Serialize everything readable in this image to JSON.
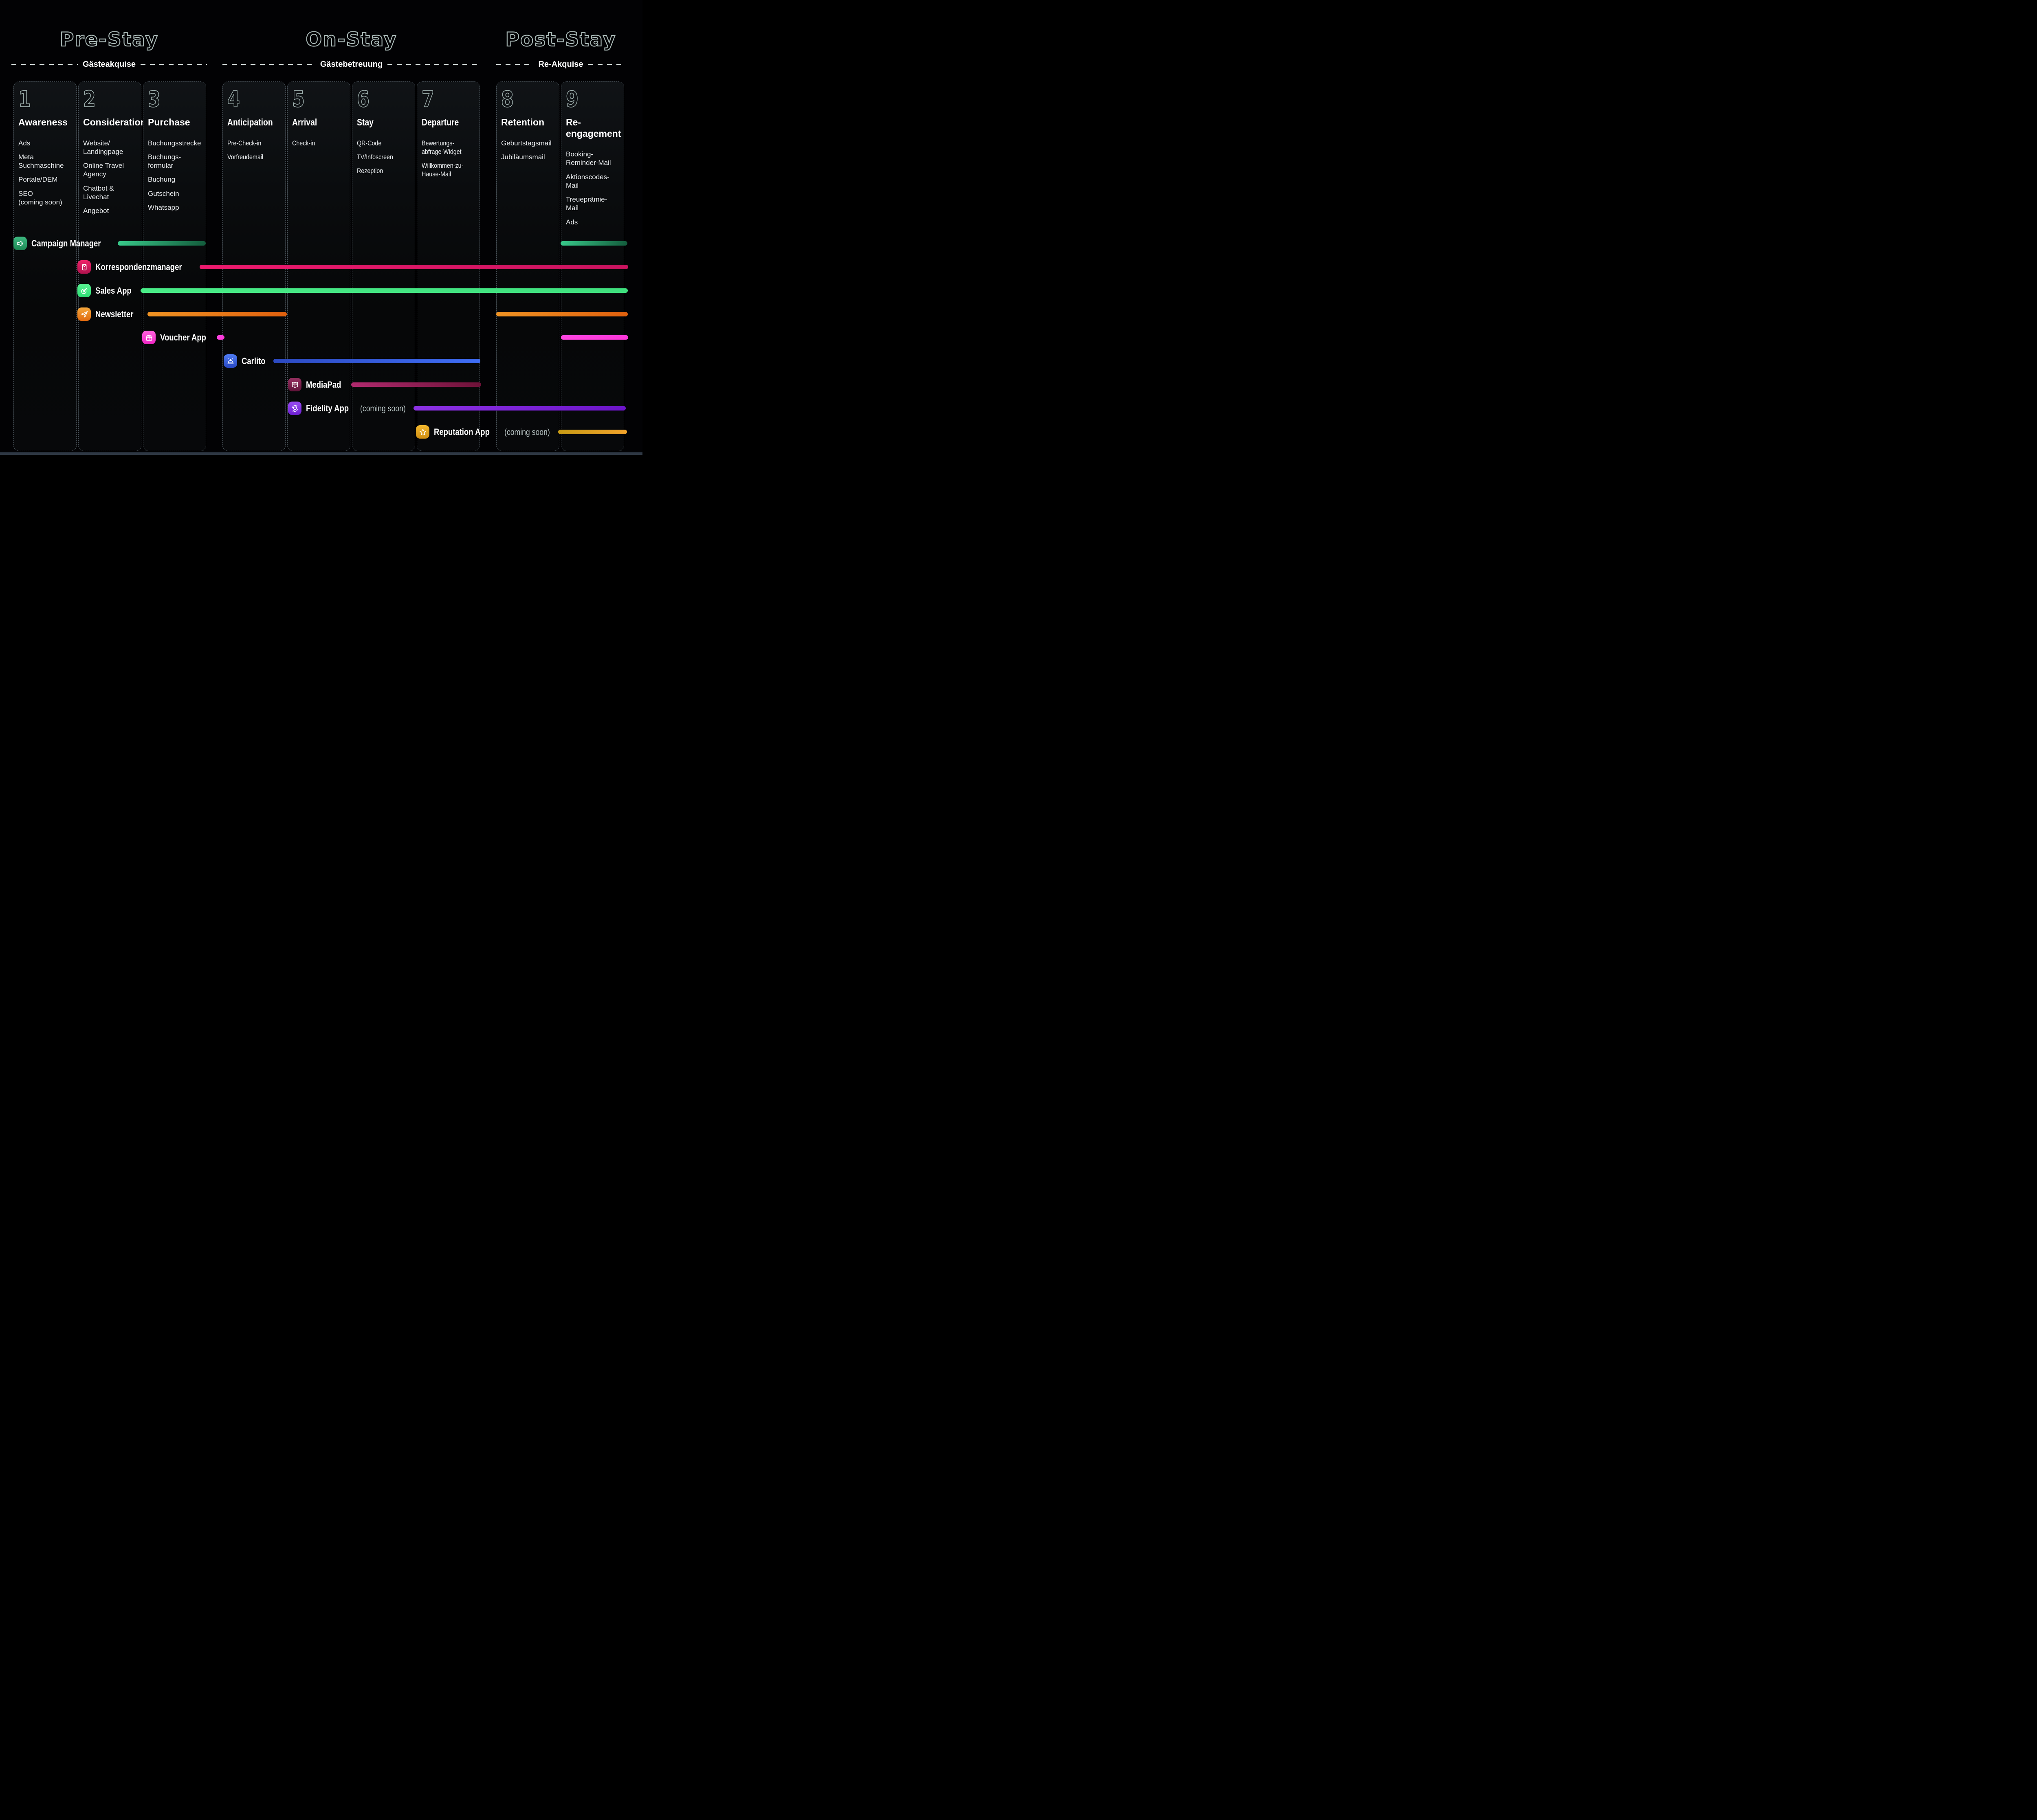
{
  "groups": [
    {
      "title": "Pre-Stay",
      "phase": "Gästeakquise"
    },
    {
      "title": "On-Stay",
      "phase": "Gästebetreuung"
    },
    {
      "title": "Post-Stay",
      "phase": "Re-Akquise"
    }
  ],
  "columns": [
    {
      "number": "1",
      "title": "Awareness",
      "items": [
        "Ads",
        "Meta\nSuchmaschine",
        "Portale/DEM",
        "SEO\n(coming soon)"
      ]
    },
    {
      "number": "2",
      "title": "Consideration",
      "items": [
        "Website/\nLandingpage",
        "Online Travel\nAgency",
        "Chatbot &\nLivechat",
        "Angebot"
      ]
    },
    {
      "number": "3",
      "title": "Purchase",
      "items": [
        "Buchungsstrecke",
        "Buchungs-\nformular",
        "Buchung",
        "Gutschein",
        "Whatsapp"
      ]
    },
    {
      "number": "4",
      "title": "Anticipation",
      "items": [
        "Pre-Check-in",
        "Vorfreudemail"
      ]
    },
    {
      "number": "5",
      "title": "Arrival",
      "items": [
        "Check-in"
      ]
    },
    {
      "number": "6",
      "title": "Stay",
      "items": [
        "QR-Code",
        "TV/Infoscreen",
        "Rezeption"
      ]
    },
    {
      "number": "7",
      "title": "Departure",
      "items": [
        "Bewertungs-\nabfrage-Widget",
        "Willkommen-zu-\nHause-Mail"
      ]
    },
    {
      "number": "8",
      "title": "Retention",
      "items": [
        "Geburtstagsmail",
        "Jubiläumsmail"
      ]
    },
    {
      "number": "9",
      "title": "Re-\nengagement",
      "items": [
        "Booking-\nReminder-Mail",
        "Aktionscodes-\nMail",
        "Treueprämie-\nMail",
        "Ads"
      ]
    }
  ],
  "apps": [
    {
      "name": "Campaign Manager",
      "icon": "megaphone-icon",
      "colors": {
        "icon_start": "#3db981",
        "icon_end": "#1e8a55",
        "bar_start": "#38c98a",
        "bar_end": "#135c3c"
      }
    },
    {
      "name": "Korrespondenzmanager",
      "icon": "mail-icon",
      "colors": {
        "icon_start": "#ee2368",
        "icon_end": "#b0134e",
        "bar_start": "#ee1a6e",
        "bar_end": "#c9145f"
      }
    },
    {
      "name": "Sales App",
      "icon": "target-icon",
      "colors": {
        "icon_start": "#58f392",
        "icon_end": "#2edd74",
        "bar_start": "#49ec87",
        "bar_end": "#3fe07e"
      }
    },
    {
      "name": "Newsletter",
      "icon": "paper-plane-icon",
      "colors": {
        "icon_start": "#f5a73b",
        "icon_end": "#e06a10",
        "bar_start": "#ef9323",
        "bar_end": "#e0600e"
      }
    },
    {
      "name": "Voucher App",
      "icon": "gift-icon",
      "colors": {
        "icon_start": "#ff63dd",
        "icon_end": "#ef25c4",
        "bar_start": "#ff45e0",
        "bar_end": "#fb36d8"
      }
    },
    {
      "name": "Carlito",
      "icon": "bell-icon",
      "colors": {
        "icon_start": "#4f7df5",
        "icon_end": "#2948c2",
        "bar_start": "#2c4ac2",
        "bar_end": "#3f6ef5"
      }
    },
    {
      "name": "MediaPad",
      "icon": "book-icon",
      "colors": {
        "icon_start": "#973061",
        "icon_end": "#5f1338",
        "bar_start": "#b02a6e",
        "bar_end": "#6d1238"
      }
    },
    {
      "name": "Fidelity App",
      "icon": "loop-heart-icon",
      "coming_soon": "(coming soon)",
      "colors": {
        "icon_start": "#9a4cf2",
        "icon_end": "#6c1fd1",
        "bar_start": "#8c32e4",
        "bar_end": "#6c15c9"
      }
    },
    {
      "name": "Reputation App",
      "icon": "star-icon",
      "coming_soon": "(coming soon)",
      "colors": {
        "icon_start": "#f3b82e",
        "icon_end": "#d08f13",
        "bar_start": "#c79a15",
        "bar_end": "#f2a32b"
      }
    }
  ]
}
